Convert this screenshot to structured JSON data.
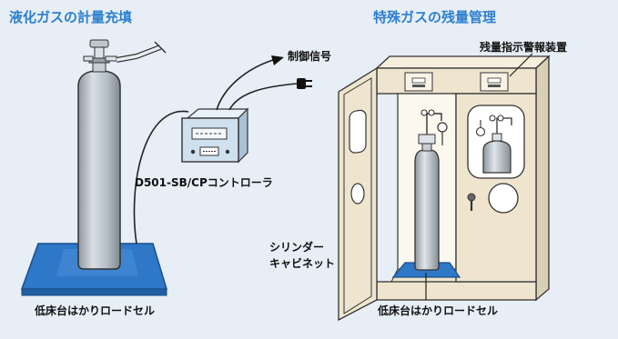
{
  "left_section": {
    "title": "液化ガスの計量充填",
    "scale_label": "低床台はかりロードセル",
    "controller_label": "D501-SB/CPコントローラ",
    "control_signal_label": "制御信号"
  },
  "right_section": {
    "title": "特殊ガスの残量管理",
    "alarm_label": "残量指示警報装置",
    "cabinet_label_line1": "シリンダー",
    "cabinet_label_line2": "キャビネット",
    "scale_label": "低床台はかりロードセル"
  },
  "colors": {
    "title": "#2d7fd0",
    "background": "#e7eef5",
    "cabinet": "#efe5cf",
    "scale_plate": "#2f77c7",
    "cylinder": "#b7c0c8",
    "controller": "#cfe0ee"
  }
}
